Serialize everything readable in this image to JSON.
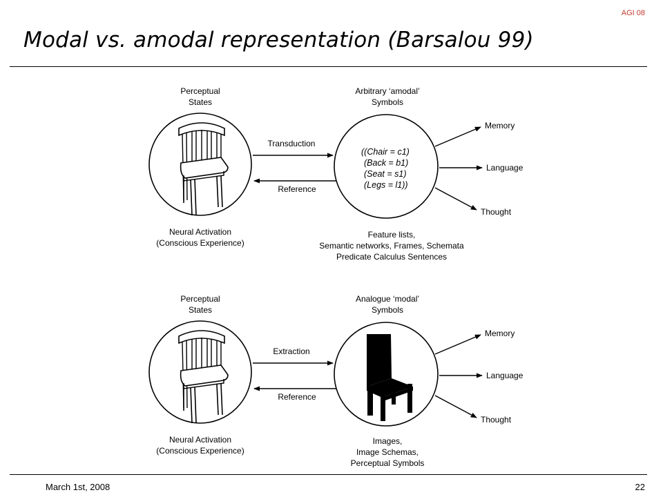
{
  "header": {
    "tag": "AGI 08"
  },
  "slide": {
    "title": "Modal vs. amodal representation (Barsalou 99)"
  },
  "footer": {
    "date": "March 1st, 2008",
    "page": "22"
  },
  "diagram": {
    "amodal": {
      "left_label": [
        "Perceptual",
        "States"
      ],
      "right_label": [
        "Arbitrary ‘amodal’",
        "Symbols"
      ],
      "forward_arrow": "Transduction",
      "back_arrow": "Reference",
      "symbols": [
        "((Chair = c1)",
        "(Back = b1)",
        "(Seat = s1)",
        "(Legs = l1))"
      ],
      "left_caption": [
        "Neural Activation",
        "(Conscious Experience)"
      ],
      "right_caption": [
        "Feature lists,",
        "Semantic networks, Frames, Schemata",
        "Predicate Calculus Sentences"
      ],
      "outputs": [
        "Memory",
        "Language",
        "Thought"
      ]
    },
    "modal": {
      "left_label": [
        "Perceptual",
        "States"
      ],
      "right_label": [
        "Analogue ‘modal’",
        "Symbols"
      ],
      "forward_arrow": "Extraction",
      "back_arrow": "Reference",
      "left_caption": [
        "Neural Activation",
        "(Conscious Experience)"
      ],
      "right_caption": [
        "Images,",
        "Image Schemas,",
        "Perceptual Symbols"
      ],
      "outputs": [
        "Memory",
        "Language",
        "Thought"
      ]
    }
  }
}
